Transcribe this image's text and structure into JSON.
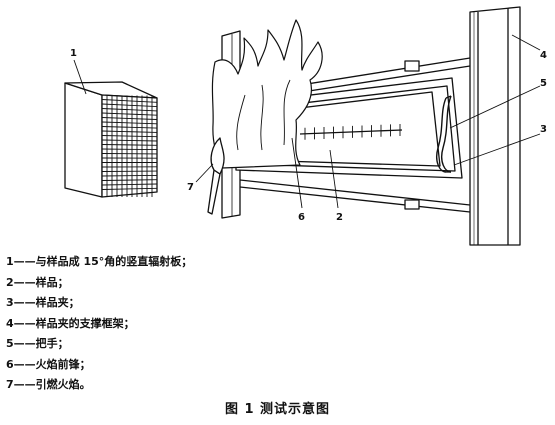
{
  "callouts": [
    "1",
    "2",
    "3",
    "4",
    "5",
    "6",
    "7"
  ],
  "legend": [
    "1——与样品成 15°角的竖直辐射板；",
    "2——样品；",
    "3——样品夹；",
    "4——样品夹的支撑框架；",
    "5——把手；",
    "6——火焰前锋；",
    "7——引燃火焰。"
  ],
  "caption": "图 1    测试示意图",
  "colors": {
    "line": "#111111",
    "background": "#ffffff"
  }
}
